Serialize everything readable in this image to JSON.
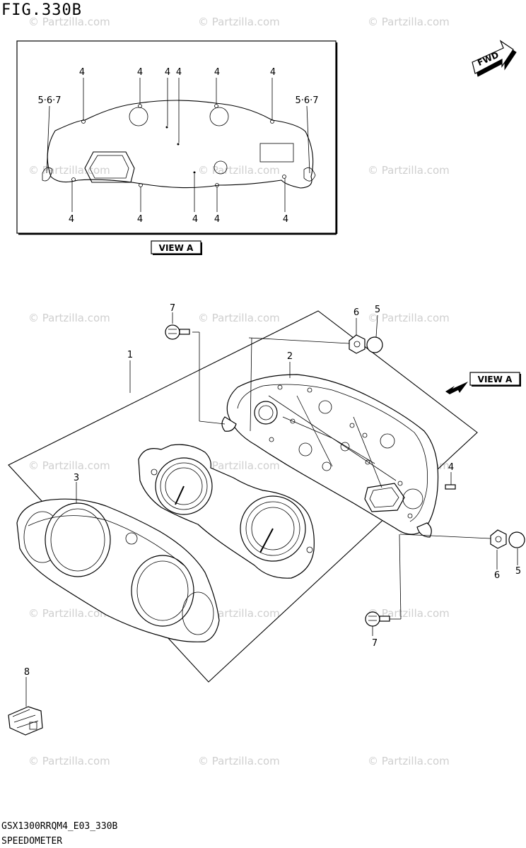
{
  "figure_title": "FIG.330B",
  "footer_code": "GSX1300RRQM4_E03_330B",
  "footer_name": "SPEEDOMETER",
  "fwd_label": "FWD",
  "view_label": "VIEW A",
  "watermark": "© Partzilla.com",
  "view_a_callouts": {
    "top": [
      "4",
      "4",
      "4",
      "4",
      "4",
      "4"
    ],
    "left_combo": "5·6·7",
    "right_combo": "5·6·7",
    "bottom": [
      "4",
      "4",
      "4",
      "4",
      "4"
    ]
  },
  "parts": {
    "assembly": "1",
    "case": "2",
    "lens_cover": "3",
    "screw_right": "4",
    "cushion_top": "5",
    "grommet_top": "6",
    "screw_top": "7",
    "grommet_bottom": "6",
    "cushion_bottom": "5",
    "screw_bottom": "7",
    "connector": "8"
  }
}
